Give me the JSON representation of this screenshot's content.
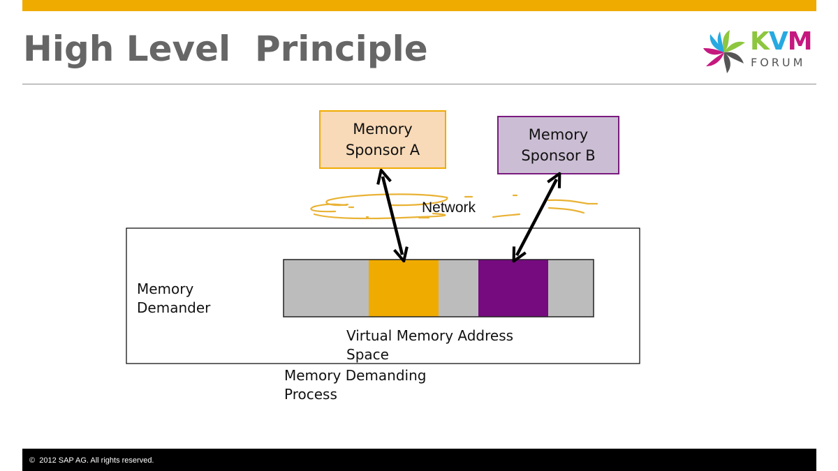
{
  "slide": {
    "title": "High Level  Principle",
    "logo": {
      "line1_k": "K",
      "line1_v": "V",
      "line1_m": "M",
      "line2": "FORUM",
      "colors": [
        "#8dc63f",
        "#27a9e1",
        "#c5187f",
        "#555555"
      ]
    },
    "footer": "©  2012 SAP AG. All rights reserved.",
    "accent_color": "#f0ab00"
  },
  "diagram": {
    "sponsor_a": {
      "label": "Memory\nSponsor A",
      "fill": "#f8dab8",
      "stroke": "#f0ab00"
    },
    "sponsor_b": {
      "label": "Memory\nSponsor B",
      "fill": "#cbbed4",
      "stroke": "#7a1a7f"
    },
    "network_label": "Network",
    "demander_label": "Memory\nDemander",
    "address_space_label": "Virtual Memory Address\nSpace",
    "process_label": "Memory Demanding\nProcess",
    "segments": [
      {
        "name": "free-1",
        "color": "#bcbcbc"
      },
      {
        "name": "sponsor-a-region",
        "color": "#f0ab00"
      },
      {
        "name": "free-2",
        "color": "#bcbcbc"
      },
      {
        "name": "sponsor-b-region",
        "color": "#760b7f"
      },
      {
        "name": "free-3",
        "color": "#bcbcbc"
      }
    ]
  }
}
